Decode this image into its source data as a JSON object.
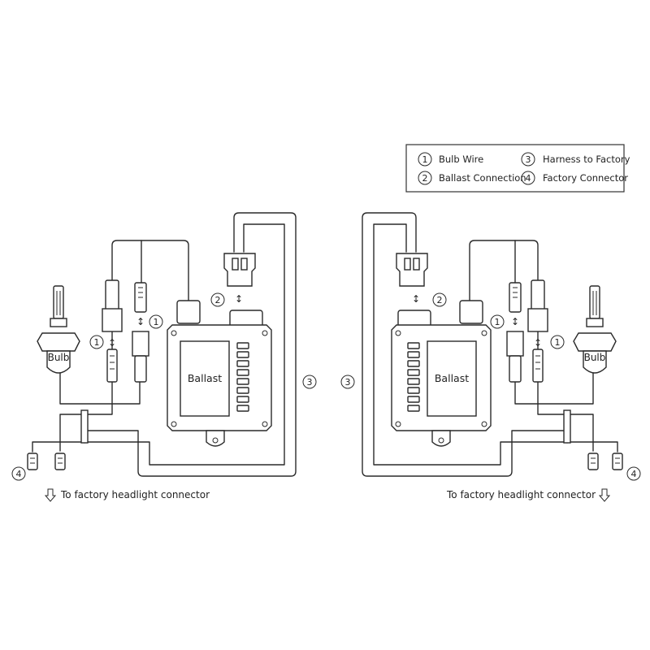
{
  "legend": {
    "items": [
      {
        "num": "1",
        "label": "Bulb Wire"
      },
      {
        "num": "2",
        "label": "Ballast Connection"
      },
      {
        "num": "3",
        "label": "Harness to Factory"
      },
      {
        "num": "4",
        "label": "Factory Connector"
      }
    ]
  },
  "left": {
    "bulb_label": "Bulb",
    "ballast_label": "Ballast",
    "callouts": [
      "1",
      "1",
      "2",
      "3",
      "4"
    ],
    "footer": "To factory headlight connector"
  },
  "right": {
    "bulb_label": "Bulb",
    "ballast_label": "Ballast",
    "callouts": [
      "1",
      "1",
      "2",
      "3",
      "4"
    ],
    "footer": "To factory headlight connector"
  }
}
